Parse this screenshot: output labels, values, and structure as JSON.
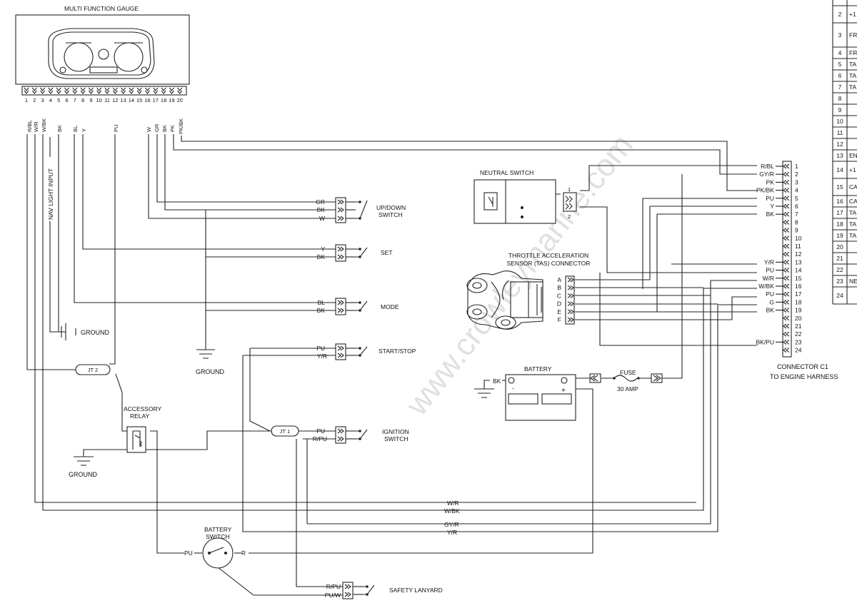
{
  "gauge": {
    "title": "MULTI FUNCTION GAUGE",
    "pins": [
      "1",
      "2",
      "3",
      "4",
      "5",
      "6",
      "7",
      "8",
      "9",
      "10",
      "11",
      "12",
      "13",
      "14",
      "15",
      "16",
      "17",
      "18",
      "19",
      "20"
    ],
    "wire_labels": [
      "R/BL",
      "W/R",
      "W/BK",
      "BK",
      "BL",
      "Y",
      "PU",
      "W",
      "GR",
      "BK",
      "PK",
      "PK/BK"
    ],
    "nav_light": "NAV LIGHT INPUT"
  },
  "neutral_switch": {
    "title": "NEUTRAL SWITCH",
    "pin1": "1",
    "pin2": "2"
  },
  "switches": {
    "updown": {
      "label1": "UP/DOWN",
      "label2": "SWITCH",
      "w1": "GR",
      "w2": "BK",
      "w3": "W"
    },
    "set": {
      "label": "SET",
      "w1": "Y",
      "w2": "BK"
    },
    "mode": {
      "label": "MODE",
      "w1": "BL",
      "w2": "BK"
    },
    "startstop": {
      "label": "START/STOP",
      "w1": "PU",
      "w2": "Y/R"
    },
    "ignition": {
      "label1": "IGNITION",
      "label2": "SWITCH",
      "w1": "PU",
      "w2": "R/PU"
    },
    "lanyard": {
      "label": "SAFETY LANYARD",
      "w1": "R/PU",
      "w2": "PU/W"
    }
  },
  "grounds": {
    "g1": "GROUND",
    "g2": "GROUND",
    "g3": "GROUND"
  },
  "junctions": {
    "jt2": "JT 2",
    "jt1": "JT 1"
  },
  "relay": {
    "label1": "ACCESSORY",
    "label2": "RELAY"
  },
  "tas": {
    "title1": "THROTTLE ACCELERATION",
    "title2": "SENSOR (TAS) CONNECTOR",
    "pins": [
      "A",
      "B",
      "C",
      "D",
      "E",
      "F"
    ]
  },
  "battery": {
    "title": "BATTERY",
    "neg": "-",
    "pos": "+",
    "ground_wire": "BK"
  },
  "fuse": {
    "title": "FUSE",
    "rating": "30 AMP"
  },
  "battery_switch": {
    "label1": "BATTERY",
    "label2": "SWITCH",
    "in": "PU",
    "out": "R"
  },
  "harness_wires": {
    "wr": "W/R",
    "wbk": "W/BK",
    "gyr": "GY/R",
    "yr": "Y/R"
  },
  "connector_c1": {
    "title1": "CONNECTOR C1",
    "title2": "TO ENGINE HARNESS",
    "pins": [
      "1",
      "2",
      "3",
      "4",
      "5",
      "6",
      "7",
      "8",
      "9",
      "10",
      "11",
      "12",
      "13",
      "14",
      "15",
      "16",
      "17",
      "18",
      "19",
      "20",
      "21",
      "22",
      "23",
      "24"
    ],
    "wires": [
      "R/BL",
      "GY/R",
      "PK",
      "PK/BK",
      "PU",
      "Y",
      "BK",
      "",
      "",
      "",
      "",
      "",
      "Y/R",
      "PU",
      "W/R",
      "W/BK",
      "PU",
      "G",
      "BK",
      "",
      "",
      "",
      "BK/PU",
      ""
    ]
  },
  "side_table": {
    "rows": [
      {
        "n": "2",
        "t": "+1"
      },
      {
        "n": "3",
        "t": "FR"
      },
      {
        "n": "4",
        "t": "FR"
      },
      {
        "n": "5",
        "t": "TA"
      },
      {
        "n": "6",
        "t": "TA"
      },
      {
        "n": "7",
        "t": "TA"
      },
      {
        "n": "8",
        "t": ""
      },
      {
        "n": "9",
        "t": ""
      },
      {
        "n": "10",
        "t": ""
      },
      {
        "n": "11",
        "t": ""
      },
      {
        "n": "12",
        "t": ""
      },
      {
        "n": "13",
        "t": "EN"
      },
      {
        "n": "14",
        "t": "+1"
      },
      {
        "n": "15",
        "t": "CA"
      },
      {
        "n": "16",
        "t": "CA"
      },
      {
        "n": "17",
        "t": "TA"
      },
      {
        "n": "18",
        "t": "TA"
      },
      {
        "n": "19",
        "t": "TA"
      },
      {
        "n": "20",
        "t": ""
      },
      {
        "n": "21",
        "t": ""
      },
      {
        "n": "22",
        "t": ""
      },
      {
        "n": "23",
        "t": "NE"
      },
      {
        "n": "24",
        "t": ""
      }
    ]
  },
  "watermark": "www.crowleymarine.com"
}
